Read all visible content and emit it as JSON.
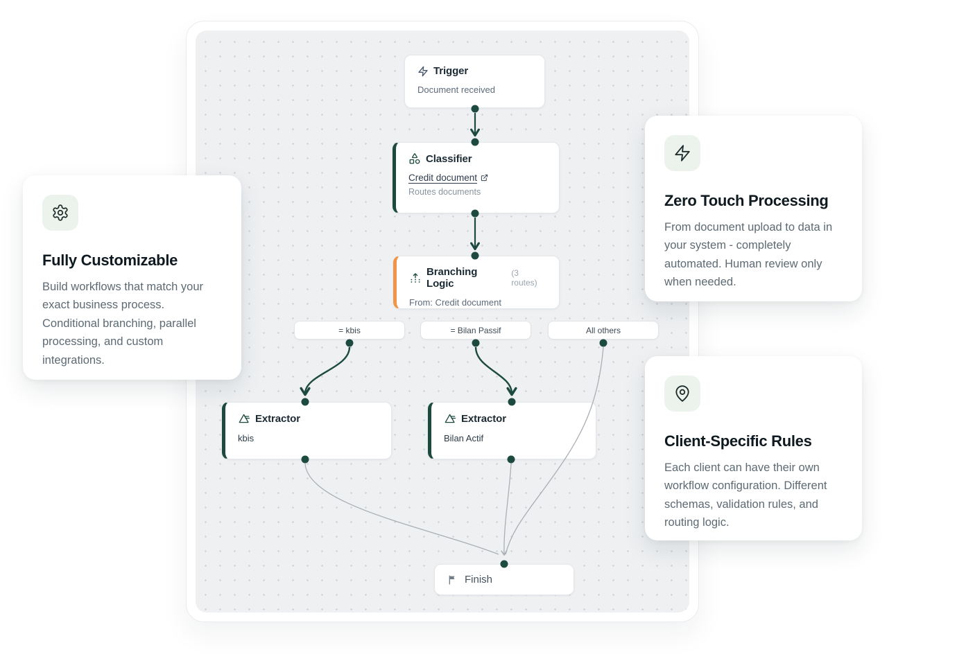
{
  "workflow": {
    "trigger": {
      "title": "Trigger",
      "subtitle": "Document received"
    },
    "classifier": {
      "title": "Classifier",
      "link_label": "Credit document",
      "subtitle": "Routes documents"
    },
    "branching": {
      "title": "Branching Logic",
      "routes_badge": "(3 routes)",
      "subtitle": "From: Credit document"
    },
    "routes": [
      {
        "label": "= kbis"
      },
      {
        "label": "= Bilan Passif"
      },
      {
        "label": "All others"
      }
    ],
    "extractors": [
      {
        "title": "Extractor",
        "subtitle": "kbis"
      },
      {
        "title": "Extractor",
        "subtitle": "Bilan Actif"
      }
    ],
    "finish": {
      "title": "Finish"
    }
  },
  "feature_cards": [
    {
      "title": "Fully Customizable",
      "body": "Build workflows that match your exact business process. Conditional branching, parallel processing, and custom integrations."
    },
    {
      "title": "Zero Touch Processing",
      "body": "From document upload to data in your system - completely automated. Human review only when needed."
    },
    {
      "title": "Client-Specific Rules",
      "body": "Each client can have their own workflow configuration. Different schemas, validation rules, and routing logic."
    }
  ],
  "colors": {
    "accent_green": "#1d4a3e",
    "accent_orange": "#f0944a",
    "canvas_bg": "#eef0f2",
    "edge_gray": "#a9afb6",
    "icon_tile_bg": "#ecf3ec"
  }
}
